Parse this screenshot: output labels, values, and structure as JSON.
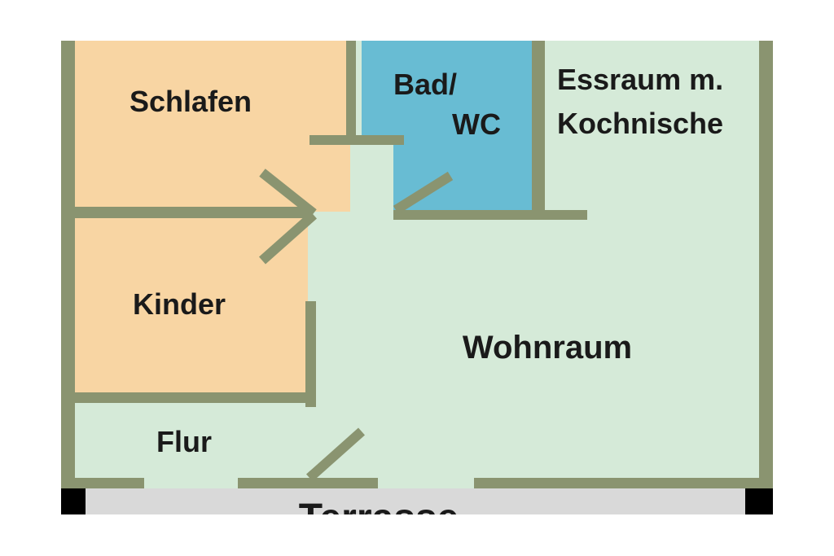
{
  "rooms": {
    "schlafen": {
      "label": "Schlafen"
    },
    "bad_line1": {
      "label": "Bad/"
    },
    "bad_line2": {
      "label": "WC"
    },
    "essraum_line1": {
      "label": "Essraum m."
    },
    "essraum_line2": {
      "label": "Kochnische"
    },
    "kinder": {
      "label": "Kinder"
    },
    "wohnraum": {
      "label": "Wohnraum"
    },
    "flur": {
      "label": "Flur"
    },
    "terrasse": {
      "label": "Terrasse"
    }
  },
  "colors": {
    "bedroom_fill": "#f8d5a3",
    "bath_fill": "#68bcd3",
    "living_fill": "#d5ead8",
    "wall": "#8a9470",
    "terrace_fill": "#d9d9d9",
    "terrace_border": "#000000",
    "text": "#1a1a1a"
  }
}
